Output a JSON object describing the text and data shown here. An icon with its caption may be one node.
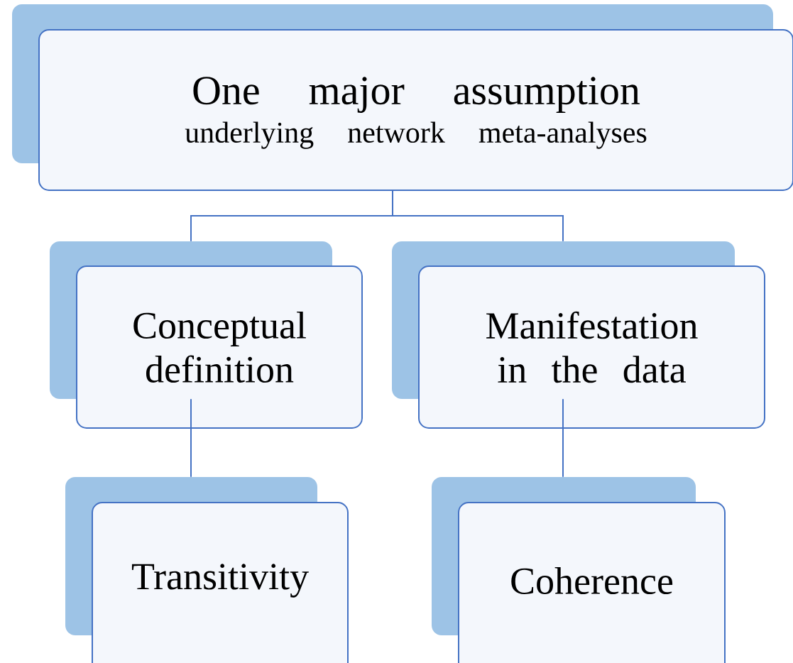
{
  "diagram": {
    "nodes": [
      {
        "text": [
          "One major assumption",
          "underlying network meta-analyses"
        ]
      },
      {
        "text": [
          "Conceptual definition"
        ]
      },
      {
        "text": [
          "Manifestation in the data"
        ]
      },
      {
        "text": [
          "Transitivity"
        ]
      },
      {
        "text": [
          "Coherence"
        ]
      }
    ],
    "edges": [
      {
        "from": 0,
        "to": 1,
        "arrow": "none"
      },
      {
        "from": 0,
        "to": 2,
        "arrow": "none"
      },
      {
        "from": 1,
        "to": 3,
        "arrow": "none"
      },
      {
        "from": 2,
        "to": 4,
        "arrow": "none"
      }
    ]
  }
}
